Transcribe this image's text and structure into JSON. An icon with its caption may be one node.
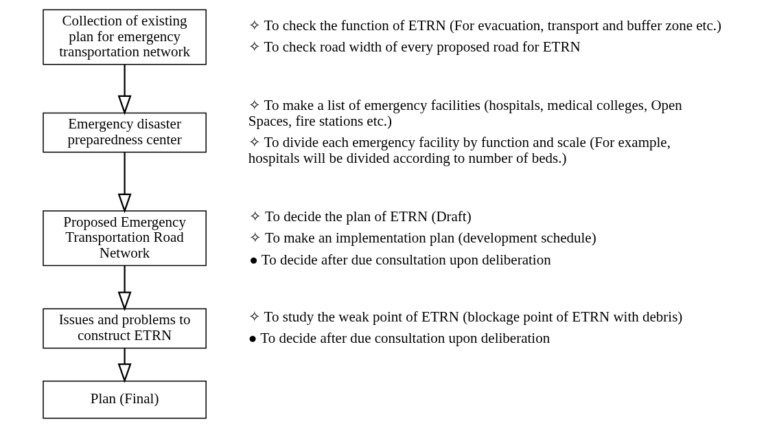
{
  "diagram": {
    "nodes": [
      {
        "text": [
          "Collection of existing plan for emergency transportation network"
        ],
        "beside": [
          "✧ To check the function of ETRN (For evacuation, transport and buffer zone etc.)",
          "✧ To check road width of every proposed road for ETRN"
        ]
      },
      {
        "text": [
          "Emergency disaster preparedness center"
        ],
        "beside": [
          "✧ To make a list of emergency facilities (hospitals, medical colleges, Open Spaces, fire stations etc.)",
          "✧ To divide each emergency facility by function and scale (For example, hospitals will be divided according to number of beds.)"
        ]
      },
      {
        "text": [
          "Proposed Emergency Transportation Road Network"
        ],
        "beside": [
          "✧ To decide the plan of ETRN (Draft)",
          "✧ To make an implementation plan (development schedule)",
          "● To decide after due consultation upon deliberation"
        ]
      },
      {
        "text": [
          "Issues and problems to construct ETRN"
        ],
        "beside": [
          "✧ To study the weak point of ETRN (blockage point of ETRN with debris)",
          "● To decide after due consultation upon deliberation"
        ]
      },
      {
        "text": [
          "Plan (Final)"
        ]
      }
    ],
    "edges": [
      {
        "from": 0,
        "to": 1,
        "arrow": "to"
      },
      {
        "from": 1,
        "to": 2,
        "arrow": "to"
      },
      {
        "from": 2,
        "to": 3,
        "arrow": "to"
      },
      {
        "from": 3,
        "to": 4,
        "arrow": "to"
      }
    ]
  }
}
